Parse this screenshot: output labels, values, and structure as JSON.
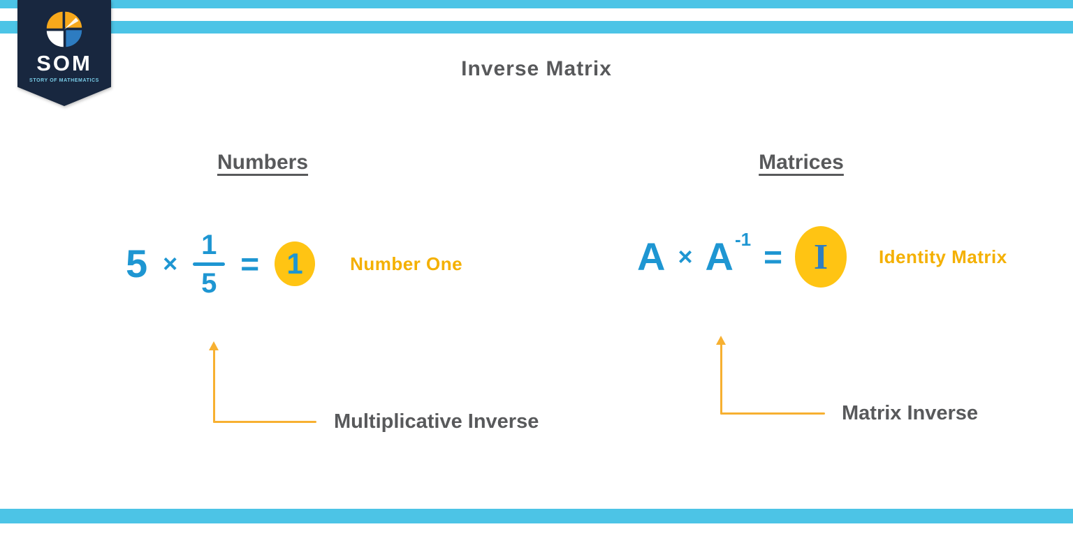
{
  "title": "Inverse Matrix",
  "logo": {
    "name": "SOM",
    "subtitle": "STORY OF MATHEMATICS",
    "icon": "pinwheel-icon"
  },
  "left": {
    "heading": "Numbers",
    "equation": {
      "operand": "5",
      "times": "×",
      "fraction": {
        "numerator": "1",
        "denominator": "5"
      },
      "equals": "=",
      "result": "1"
    },
    "result_label": "Number One",
    "arrow_label": "Multiplicative Inverse"
  },
  "right": {
    "heading": "Matrices",
    "equation": {
      "operand": "A",
      "times": "×",
      "base": "A",
      "exponent": "-1",
      "equals": "=",
      "result": "I"
    },
    "result_label": "Identity Matrix",
    "arrow_label": "Matrix Inverse"
  },
  "colors": {
    "equation_blue": "#1e96d2",
    "highlight_yellow": "#ffc413",
    "label_yellow": "#f4b000",
    "arrow_orange": "#f7b031",
    "heading_gray": "#58595b",
    "stripe_cyan": "#4cc4e6",
    "logo_navy": "#18273f"
  }
}
